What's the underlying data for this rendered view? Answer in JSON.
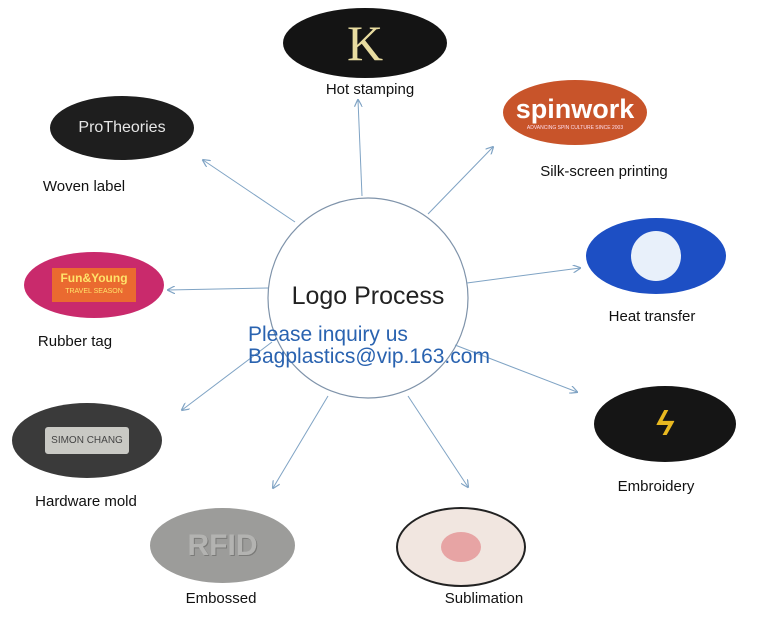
{
  "center": {
    "title": "Logo Process",
    "line1": "Please inquiry us",
    "line2": "Bagplastics@vip.163.com"
  },
  "items": [
    {
      "label": "Hot stamping",
      "logo": "K"
    },
    {
      "label": "Silk-screen printing",
      "logo": "spinwork",
      "sub": "ADVANCING SPIN CULTURE SINCE 2003"
    },
    {
      "label": "Heat transfer"
    },
    {
      "label": "Embroidery"
    },
    {
      "label": "Sublimation"
    },
    {
      "label": "Embossed",
      "logo": "RFID"
    },
    {
      "label": "Hardware mold",
      "logo": "SIMON CHANG"
    },
    {
      "label": "Rubber tag",
      "logo": "Fun&Young",
      "sub": "TRAVEL SEASON"
    },
    {
      "label": "Woven label",
      "logo": "ProTheories"
    }
  ],
  "colors": {
    "arrow": "#7fa3c4",
    "link": "#2a63b0"
  }
}
